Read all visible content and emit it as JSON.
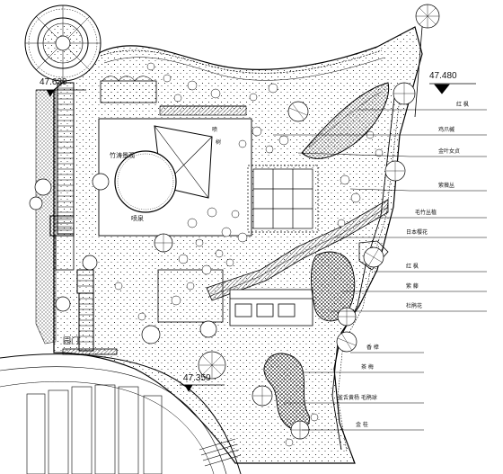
{
  "elevations": {
    "top_left": "47.630",
    "top_right": "47.480",
    "bottom": "47.350"
  },
  "gate_label": "园门",
  "inner_labels": {
    "square": "竹涛景观",
    "well": "喷泉",
    "pavilion_note": "喷",
    "path_note": "树"
  },
  "callouts": [
    {
      "id": "c1",
      "text": "红 枫"
    },
    {
      "id": "c2",
      "text": "鸡爪槭"
    },
    {
      "id": "c3",
      "text": "金叶女贞"
    },
    {
      "id": "c4",
      "text": "紫薇丛"
    },
    {
      "id": "c5",
      "text": "毛竹丛植"
    },
    {
      "id": "c6",
      "text": "日本樱花"
    },
    {
      "id": "c7",
      "text": "红 枫"
    },
    {
      "id": "c8",
      "text": "紫 藤"
    },
    {
      "id": "c9",
      "text": "杜鹃花"
    },
    {
      "id": "c10",
      "text": "香 樟"
    },
    {
      "id": "c11",
      "text": "茶 梅"
    },
    {
      "id": "c12",
      "text": "雀舌黄杨 毛鹃球"
    },
    {
      "id": "c13",
      "text": "金 桂"
    }
  ],
  "colors": {
    "line": "#000000",
    "background": "#ffffff"
  }
}
